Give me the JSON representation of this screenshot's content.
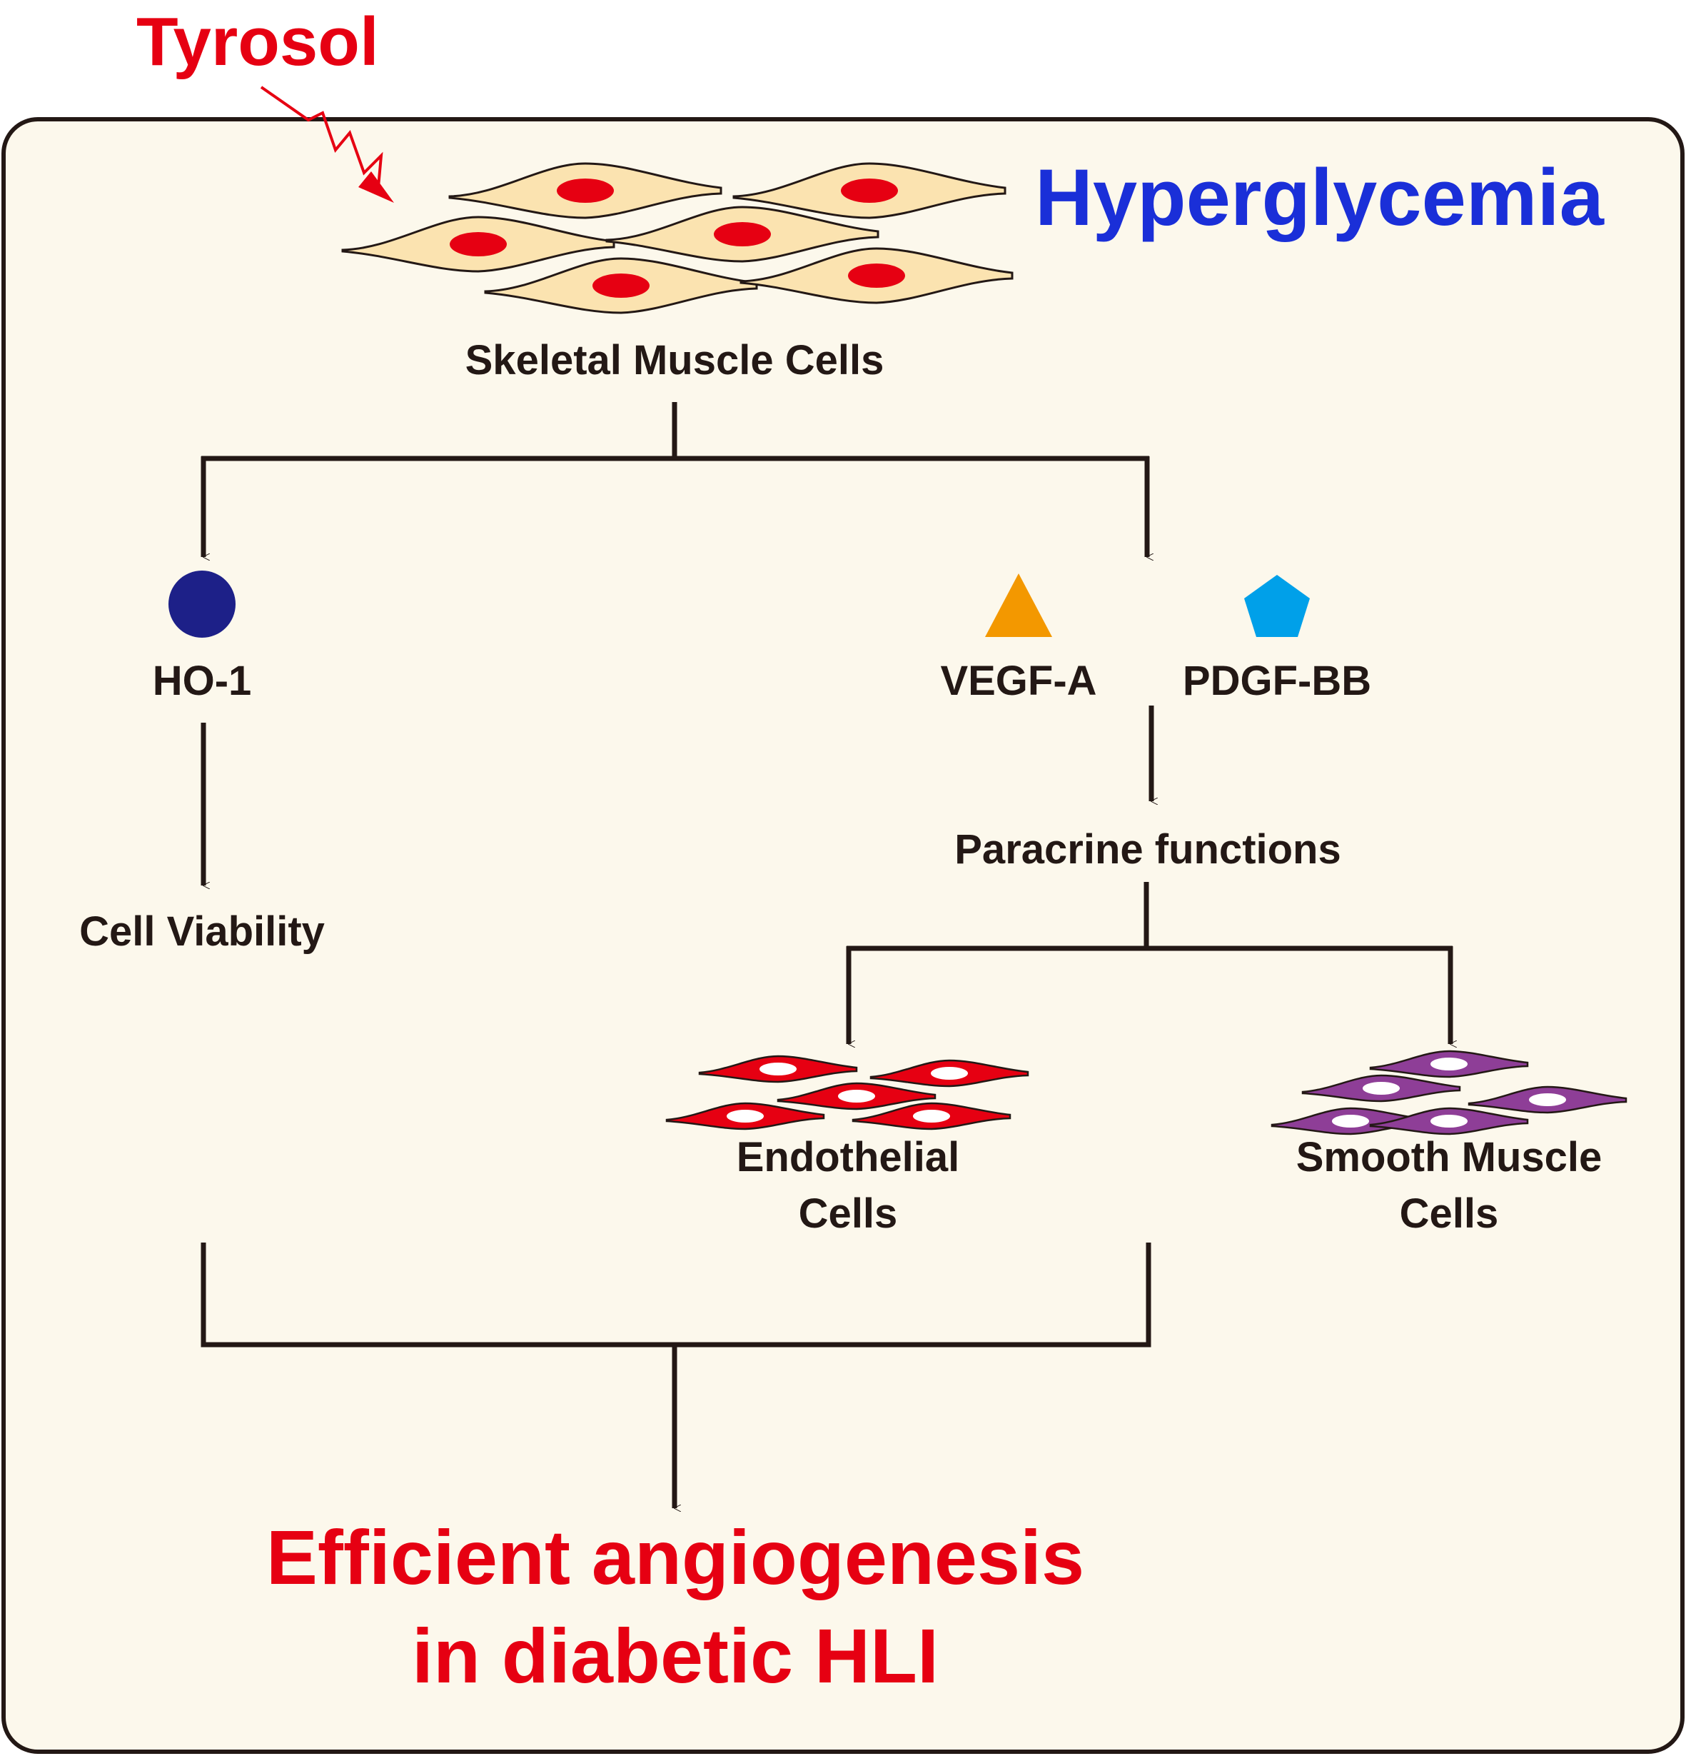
{
  "labels": {
    "drug": "Tyrosol",
    "condition": "Hyperglycemia",
    "source_cells": "Skeletal Muscle Cells",
    "ho1": "HO-1",
    "cell_viability": "Cell Viability",
    "vegf": "VEGF-A",
    "pdgf": "PDGF-BB",
    "paracrine": "Paracrine functions",
    "endothelial_line1": "Endothelial",
    "endothelial_line2": "Cells",
    "smooth_line1": "Smooth Muscle",
    "smooth_line2": "Cells",
    "outcome_line1": "Efficient angiogenesis",
    "outcome_line2": "in diabetic HLI"
  },
  "colors": {
    "background_panel": "#FCF8EC",
    "panel_border": "#231815",
    "drug_text": "#E60012",
    "condition_text": "#1A2FD8",
    "outcome_text": "#E60012",
    "body_text": "#231815",
    "ho1_circle": "#1D2088",
    "vegf_triangle": "#F39800",
    "pdgf_pentagon": "#00A0E9",
    "skeletal_cell_fill": "#FBE3B0",
    "skeletal_nucleus": "#E60012",
    "endothelial_cell_fill": "#E60012",
    "smooth_cell_fill": "#8E3E97",
    "small_nucleus": "#FFFFFF"
  }
}
